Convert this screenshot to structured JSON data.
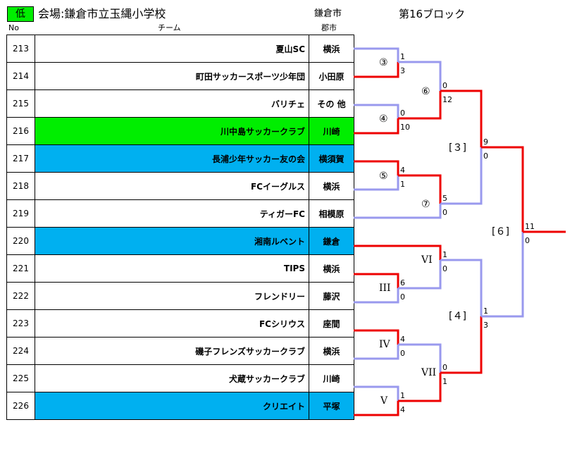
{
  "header": {
    "level_badge": "低",
    "venue": "会場:鎌倉市立玉縄小学校",
    "city": "鎌倉市",
    "block": "第16ブロック"
  },
  "columns": {
    "no": "No",
    "team": "チーム",
    "city": "郡市"
  },
  "teams": [
    {
      "no": "213",
      "name": "夏山SC",
      "city": "横浜",
      "highlight": "none"
    },
    {
      "no": "214",
      "name": "町田サッカースポーツ少年団",
      "city": "小田原",
      "highlight": "none"
    },
    {
      "no": "215",
      "name": "バリチェ",
      "city": "その 他",
      "highlight": "none"
    },
    {
      "no": "216",
      "name": "川中島サッカークラブ",
      "city": "川崎",
      "highlight": "green"
    },
    {
      "no": "217",
      "name": "長浦少年サッカー友の会",
      "city": "横須賀",
      "highlight": "blue"
    },
    {
      "no": "218",
      "name": "FCイーグルス",
      "city": "横浜",
      "highlight": "none"
    },
    {
      "no": "219",
      "name": "ティガーFC",
      "city": "相模原",
      "highlight": "none"
    },
    {
      "no": "220",
      "name": "湘南ルベント",
      "city": "鎌倉",
      "highlight": "blue"
    },
    {
      "no": "221",
      "name": "TIPS",
      "city": "横浜",
      "highlight": "none"
    },
    {
      "no": "222",
      "name": "フレンドリー",
      "city": "藤沢",
      "highlight": "none"
    },
    {
      "no": "223",
      "name": "FCシリウス",
      "city": "座間",
      "highlight": "none"
    },
    {
      "no": "224",
      "name": "磯子フレンズサッカークラブ",
      "city": "横浜",
      "highlight": "none"
    },
    {
      "no": "225",
      "name": "犬蔵サッカークラブ",
      "city": "川崎",
      "highlight": "none"
    },
    {
      "no": "226",
      "name": "クリエイト",
      "city": "平塚",
      "highlight": "blue"
    }
  ],
  "match_labels": {
    "m3": "③",
    "m4": "④",
    "m5": "⑤",
    "m6": "⑥",
    "m7": "⑦",
    "r3": "III",
    "r4": "IV",
    "r5": "V",
    "r6": "VI",
    "r7": "VII",
    "b3": "[３]",
    "b4": "[４]",
    "b6": "[６]"
  },
  "scores": {
    "m3_top": "1",
    "m3_bot": "3",
    "m4_top": "0",
    "m4_bot": "10",
    "m5_top": "4",
    "m5_bot": "1",
    "m6_top": "0",
    "m6_bot": "12",
    "m7_top": "5",
    "m7_bot": "0",
    "r3_top": "6",
    "r3_bot": "0",
    "r4_top": "4",
    "r4_bot": "0",
    "r5_top": "1",
    "r5_bot": "4",
    "r6_top": "1",
    "r6_bot": "0",
    "r7_top": "0",
    "r7_bot": "1",
    "b3_top": "9",
    "b3_bot": "0",
    "b4_top": "1",
    "b4_bot": "3",
    "b6_top": "11",
    "b6_bot": "0"
  },
  "colors": {
    "winner": "#ee0000",
    "loser": "#9999ee",
    "green": "#00ee00",
    "blue": "#00b0f0"
  }
}
